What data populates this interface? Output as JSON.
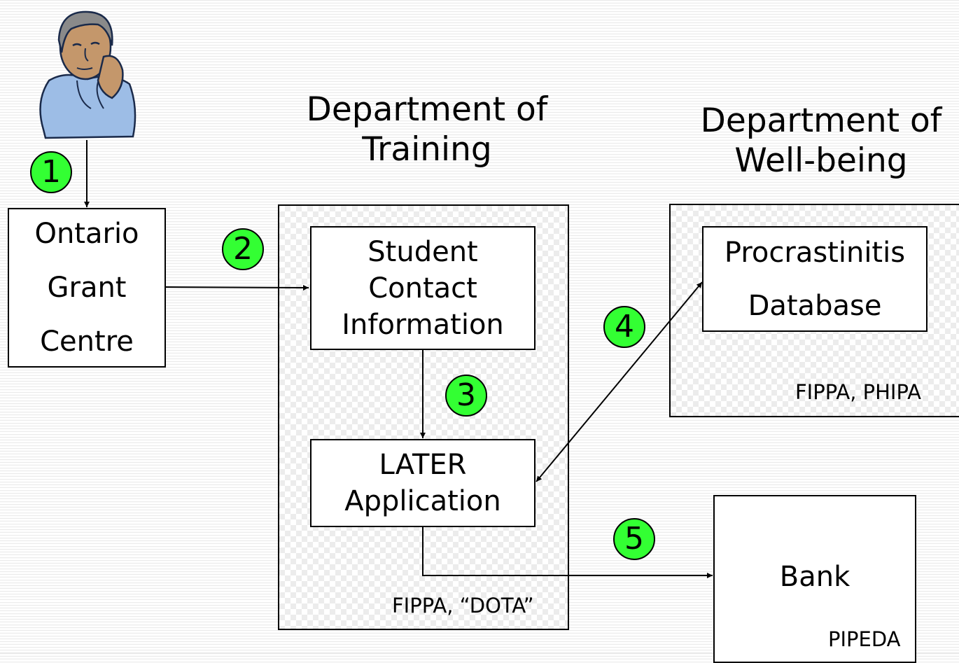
{
  "departments": {
    "training": {
      "title": "Department of\nTraining",
      "law": "FIPPA, “DOTA”"
    },
    "wellbeing": {
      "title": "Department of\nWell-being",
      "law": "FIPPA, PHIPA"
    }
  },
  "nodes": {
    "ontario": [
      "Ontario",
      "Grant",
      "Centre"
    ],
    "student": [
      "Student",
      "Contact",
      "Information"
    ],
    "later": [
      "LATER",
      "Application"
    ],
    "procrast": [
      "Procrastinitis",
      "Database"
    ],
    "bank": {
      "label": "Bank",
      "law": "PIPEDA"
    }
  },
  "steps": [
    "1",
    "2",
    "3",
    "4",
    "5"
  ]
}
